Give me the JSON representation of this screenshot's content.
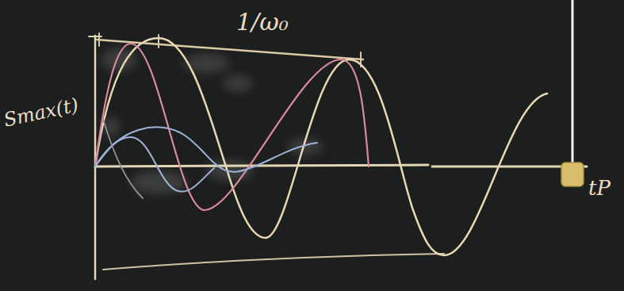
{
  "diagram": {
    "labels": [
      "1/ω₀",
      "Smax(t)",
      "tP"
    ]
  }
}
